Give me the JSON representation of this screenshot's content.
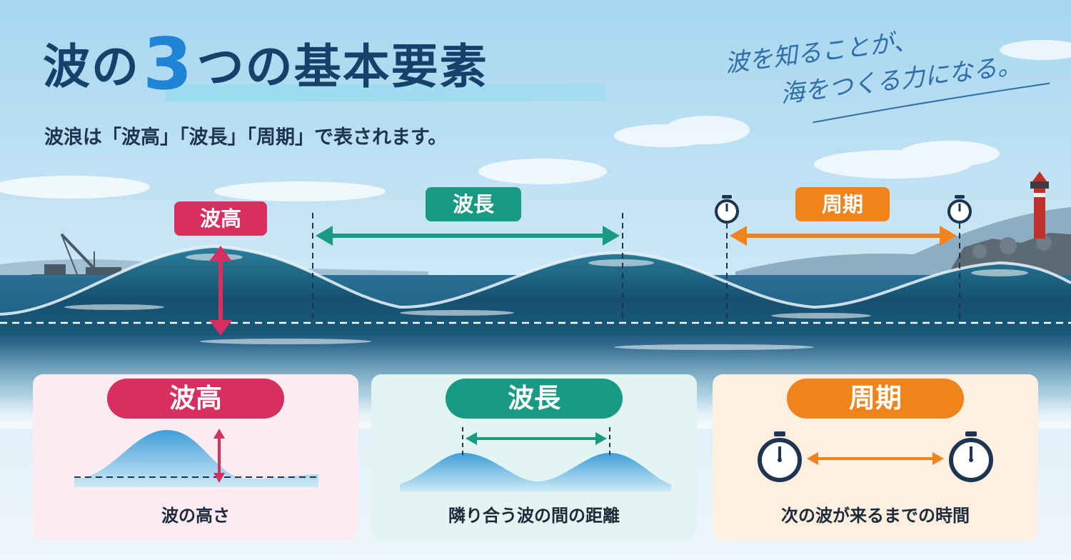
{
  "header": {
    "title_prefix": "波の",
    "title_number": "3",
    "title_suffix": "つの基本要素",
    "subtitle": "波浪は「波高」「波長」「周期」で表されます。"
  },
  "slogan": {
    "line1": "波を知ることが、",
    "line2": "海をつくる力になる。"
  },
  "labels": {
    "wave_height": "波高",
    "wavelength": "波長",
    "period": "周期"
  },
  "cards": [
    {
      "title": "波高",
      "caption": "波の高さ",
      "color": "#d92e60"
    },
    {
      "title": "波長",
      "caption": "隣り合う波の間の距離",
      "color": "#199b83"
    },
    {
      "title": "周期",
      "caption": "次の波が来るまでの時間",
      "color": "#f0831c"
    }
  ],
  "colors": {
    "title_text": "#15416b",
    "title_accent": "#1f84d6",
    "slogan_text": "#2f6ea6",
    "sea": "#1d5f86"
  },
  "icons": [
    "crane-ship-icon",
    "lighthouse-icon",
    "breakwater-icon",
    "stopwatch-icon",
    "double-arrow-icon"
  ]
}
